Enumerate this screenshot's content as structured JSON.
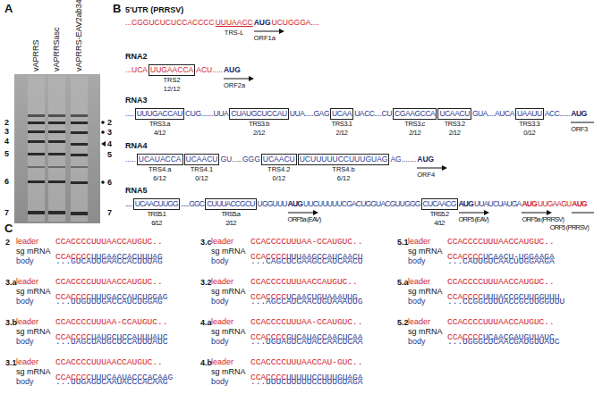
{
  "diagram": {
    "nodes": [
      {
        "text": [
          "UUGAACCA",
          "TRS2",
          "12/12"
        ]
      },
      {
        "text": [
          "UUUGACCAU",
          "TRS3.a",
          "4/12"
        ]
      },
      {
        "text": [
          "CUAUGCUCCAU",
          "TRS3.b",
          "2/12"
        ]
      },
      {
        "text": [
          "UCAA",
          "TRS3.1",
          "2/12"
        ]
      },
      {
        "text": [
          "CGAAGCCA",
          "TRS3.c",
          "2/12"
        ]
      },
      {
        "text": [
          "UCAACU",
          "TRS3.2",
          "2/12"
        ]
      },
      {
        "text": [
          "UAAUU",
          "TRS3.3",
          "0/12"
        ]
      },
      {
        "text": [
          "UCAUACCA",
          "TRS4.a",
          "6/12"
        ]
      },
      {
        "text": [
          "UCAACU",
          "TRS4.1",
          "0/12"
        ]
      },
      {
        "text": [
          "UCAACU",
          "TRS4.2",
          "0/12"
        ]
      },
      {
        "text": [
          "UCUUUUUCCUUUGUAG",
          "TRS4.b",
          "6/12"
        ]
      },
      {
        "text": [
          "UCAACUUGG",
          "TRS5.1",
          "6/12"
        ]
      },
      {
        "text": [
          "CUUUACCGCU",
          "TRS5.a",
          "2/12"
        ]
      },
      {
        "text": [
          "CUCAACG",
          "TRS5.2",
          "4/12"
        ]
      }
    ],
    "labels": [
      "A",
      "vAPRRS",
      "vAPRRSasc",
      "vAPRRS-EAV2ab34",
      "2",
      "3",
      "4",
      "5",
      "6",
      "7",
      "2",
      "3",
      "4",
      "5",
      "6",
      "7",
      "B",
      "5'UTR (PRRSV)",
      "...CGGUCUCUCCACCCC",
      "UUUAACC",
      "TRS-L",
      "AUG",
      "ORF1a",
      "UCUGGGA....",
      "RNA2",
      "...UCA",
      "ACU.....",
      "AUG",
      "ORF2a",
      "RNA3",
      ".....",
      "CUG.......UUA",
      "UUA.....GAG",
      "UACC....CU",
      "GUA....AUCA",
      "ACC......",
      "AUG",
      "ORF3",
      "RNA4",
      ".....",
      "GU.....GGG",
      "AG.......",
      "AUG",
      "ORF4",
      "RNA5",
      ".....",
      "......GGC",
      "UGGUUU",
      "AUG",
      "ORF5a (EAV)",
      "UUCUUUUUCGACUGGUACGUUGGG",
      "AUG",
      "ORF5 (EAV)",
      "UUAUCUAUGA",
      "AUG",
      "ORF5a (PRRSV)",
      "UUGAAGU",
      "AUG",
      "ORF5 (PRRSV)",
      "C",
      "2",
      "leader",
      "CCACCCCUUUAACCAUGUC..",
      "sg mRNA",
      "CCACCCC",
      "UUGAACCACUUUAG",
      "body",
      "...GUCAUUGAACCACUUUAG",
      "3.a",
      "leader",
      "CCACCCCUUUAACCAUGUC..",
      "sg mRNA",
      "CCACCCC",
      "UUUGACCAUCUGGAG",
      "body",
      "...UUGUUUGACCAUCUGGAG",
      "3.b",
      "leader",
      "CCACCCCUUUAA-CCAUGUC..",
      "sg mRNA",
      "CCACCCC",
      "UAUGCUCCAUUUAUC",
      "body",
      "...UAGCUAUGCUCCAUUUAUC",
      "3.1",
      "leader",
      "CCACCCCUUUAACCAUGUC..",
      "sg mRNA",
      "CCACCCC",
      "UUUCAAUACCCACAAG",
      "body",
      "...UUGAGUCAAUACCCACAAG",
      "3.c",
      "leader",
      "CCACCCCUUUAA-CCAUGUC..",
      "sg mRNA",
      "CCACCCC",
      "UUUAAGCCAUCAACU",
      "body",
      "...CAGCUCGAAGCCAUCAACU",
      "3.2",
      "leader",
      "CCACCCCUUUAACCAUGUC..",
      "sg mRNA",
      "CCACCCC",
      "UCAACUGUAAAUUG",
      "body",
      "...AGCCAUCAACUGUAAAUUG",
      "4.a",
      "leader",
      "CCACCCCUUUAA-CCAUGUC..",
      "sg mRNA",
      "CCACCCC",
      "GUCAUACCAACUCAA",
      "body",
      "...UGUAGUCAUACCAACUCAA",
      "4.b",
      "leader",
      "CCACCCCUUUAACCAU-GUC..",
      "sg mRNA",
      "CCACCCC",
      "UUUUUCCUUUGUAGA",
      "body",
      "...UUUCUUUUUCCUUUGUAGA",
      "5.1",
      "leader",
      "CCACCCCUUUAACCAUGUC..",
      "sg mRNA",
      "CCACCCC",
      "UCAACU-UGGAAGA",
      "body",
      "...CAUUGUCAACUUGGAAGA",
      "5.a",
      "leader",
      "CCACCCCUUUAACCAUGUC..",
      "sg mRNA",
      "CCACCCC",
      "UUUACCGCUUGGUUU",
      "body",
      "...CCGGCUUUACCGCUUGGUUU",
      "5.2",
      "leader",
      "CCACCCCUUUAACCAUGUC..",
      "sg mRNA",
      "CCACCCC",
      "UCAACGAUGUUAUC",
      "body",
      "...UGGGCUCAACGAUGUUAUC"
    ]
  }
}
